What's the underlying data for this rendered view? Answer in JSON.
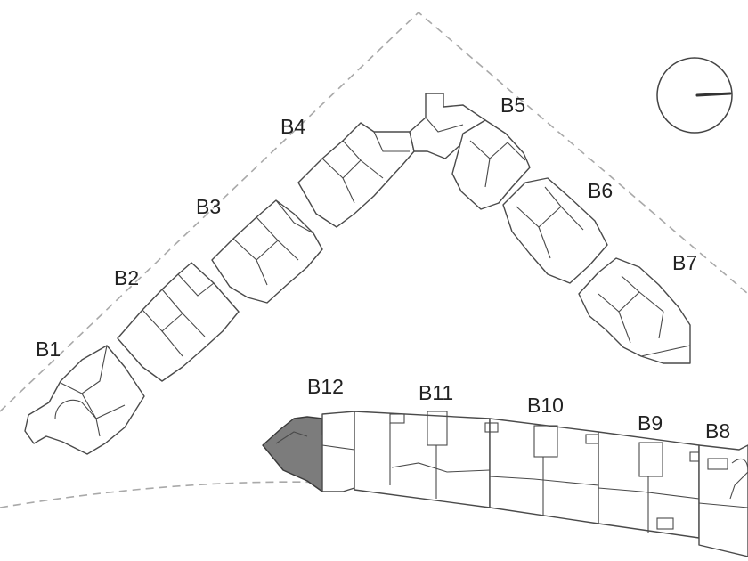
{
  "diagram": {
    "compass": {
      "icon": "north-arrow-compass-icon"
    },
    "blocks": [
      {
        "id": "B1",
        "label": "B1",
        "selected": false
      },
      {
        "id": "B2",
        "label": "B2",
        "selected": false
      },
      {
        "id": "B3",
        "label": "B3",
        "selected": false
      },
      {
        "id": "B4",
        "label": "B4",
        "selected": false
      },
      {
        "id": "B5",
        "label": "B5",
        "selected": false
      },
      {
        "id": "B6",
        "label": "B6",
        "selected": false
      },
      {
        "id": "B7",
        "label": "B7",
        "selected": false
      },
      {
        "id": "B8",
        "label": "B8",
        "selected": false
      },
      {
        "id": "B9",
        "label": "B9",
        "selected": false
      },
      {
        "id": "B10",
        "label": "B10",
        "selected": false
      },
      {
        "id": "B11",
        "label": "B11",
        "selected": false
      },
      {
        "id": "B12",
        "label": "B12",
        "selected": true
      }
    ],
    "colors": {
      "selected_fill": "#7c7c7c",
      "outline": "#4a4a4a",
      "boundary": "#a9a9a9"
    }
  }
}
